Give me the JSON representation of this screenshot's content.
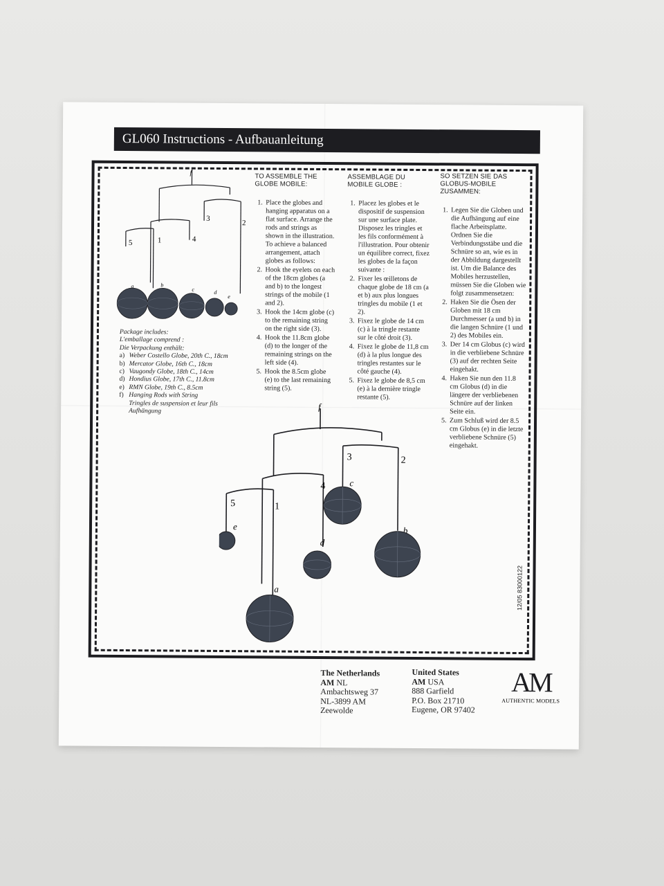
{
  "header": {
    "title": "GL060 Instructions - Aufbauanleitung"
  },
  "english": {
    "heading": "TO ASSEMBLE THE GLOBE MOBILE:",
    "steps": [
      "Place the globes and hanging apparatus on a flat surface. Arrange the rods and strings as shown in the illustration. To achieve a balanced arrangement, attach globes as follows:",
      "Hook the eyelets on each of the 18cm globes (a and b) to the longest strings of the mobile (1 and 2).",
      "Hook the 14cm globe (c) to the remaining string on the right side (3).",
      "Hook the 11.8cm globe (d) to the longer of the remaining strings on the left side (4).",
      "Hook the 8.5cm globe (e) to the last remaining string (5)."
    ]
  },
  "french": {
    "heading": "ASSEMBLAGE DU MOBILE GLOBE :",
    "steps": [
      "Placez les globes et le dispositif de suspension sur une surface plate. Disposez les tringles et les fils conformément à l'illustration. Pour obtenir un équilibre correct, fixez les globes de la façon suivante :",
      "Fixer les œilletons de chaque globe de 18 cm (a et b) aux plus longues tringles du mobile (1 et 2).",
      "Fixez le globe de 14 cm (c) à la tringle restante sur le côté droit (3).",
      "Fixez le globe de 11,8 cm (d) à la plus longue des tringles restantes sur le côté gauche (4).",
      "Fixez le globe de 8,5 cm (e) à la dernière tringle restante (5)."
    ]
  },
  "german": {
    "heading": "SO SETZEN SIE DAS GLOBUS-MOBILE ZUSAMMEN:",
    "steps": [
      "Legen Sie die Globen und die Aufhängung auf eine flache Arbeitsplatte. Ordnen Sie die Verbindungsstäbe und die Schnüre so an, wie es in der Abbildung dargestellt ist. Um die Balance des Mobiles herzustellen, müssen Sie die Globen wie folgt zusammensetzen:",
      "Haken Sie die Ösen der Globen mit 18 cm Durchmesser (a und b) in die langen Schnüre (1 und 2) des Mobiles ein.",
      "Der 14 cm Globus (c) wird in die verbliebene Schnüre (3) auf der rechten Seite eingehakt.",
      "Haken Sie nun den 11.8 cm Globus (d) in die längere der verbliebenen Schnüre auf der linken Seite ein.",
      "Zum Schluß wird der 8.5 cm Globus (e) in die letzte verbliebene Schnüre (5) eingehakt."
    ]
  },
  "package": {
    "lines": [
      "Package includes:",
      "L'emballage comprend :",
      "Die Verpackung enthält:"
    ],
    "items": [
      {
        "key": "a)",
        "text": "Weber Costello Globe, 20th C., 18cm"
      },
      {
        "key": "b)",
        "text": "Mercator Globe, 16th C., 18cm"
      },
      {
        "key": "c)",
        "text": "Vaugondy Globe, 18th C., 14cm"
      },
      {
        "key": "d)",
        "text": "Hondius Globe, 17th C., 11.8cm"
      },
      {
        "key": "e)",
        "text": "RMN Globe, 19th C., 8.5cm"
      },
      {
        "key": "f)",
        "text": "Hanging Rods with String"
      }
    ],
    "extra": [
      "Tringles de suspension et leur fils",
      "Aufhängung"
    ]
  },
  "diagram_labels": {
    "f": "f",
    "n1": "1",
    "n2": "2",
    "n3": "3",
    "n4": "4",
    "n5": "5",
    "a": "a",
    "b": "b",
    "c": "c",
    "d": "d",
    "e": "e"
  },
  "address_nl": {
    "country": "The Netherlands",
    "company": "AM",
    "company_suffix": " NL",
    "street": "Ambachtsweg 37",
    "postal": "NL-3899 AM",
    "city": "Zeewolde"
  },
  "address_us": {
    "country": "United States",
    "company": "AM",
    "company_suffix": " USA",
    "street": "888 Garfield",
    "box": "P.O. Box 21710",
    "city": "Eugene, OR 97402"
  },
  "logo": {
    "mark": "AM",
    "text": "AUTHENTIC MODELS"
  },
  "code": "12/05 83000122",
  "colors": {
    "ink": "#1d1d21",
    "paper": "#fbfbfa",
    "globe": "#3d4450"
  }
}
